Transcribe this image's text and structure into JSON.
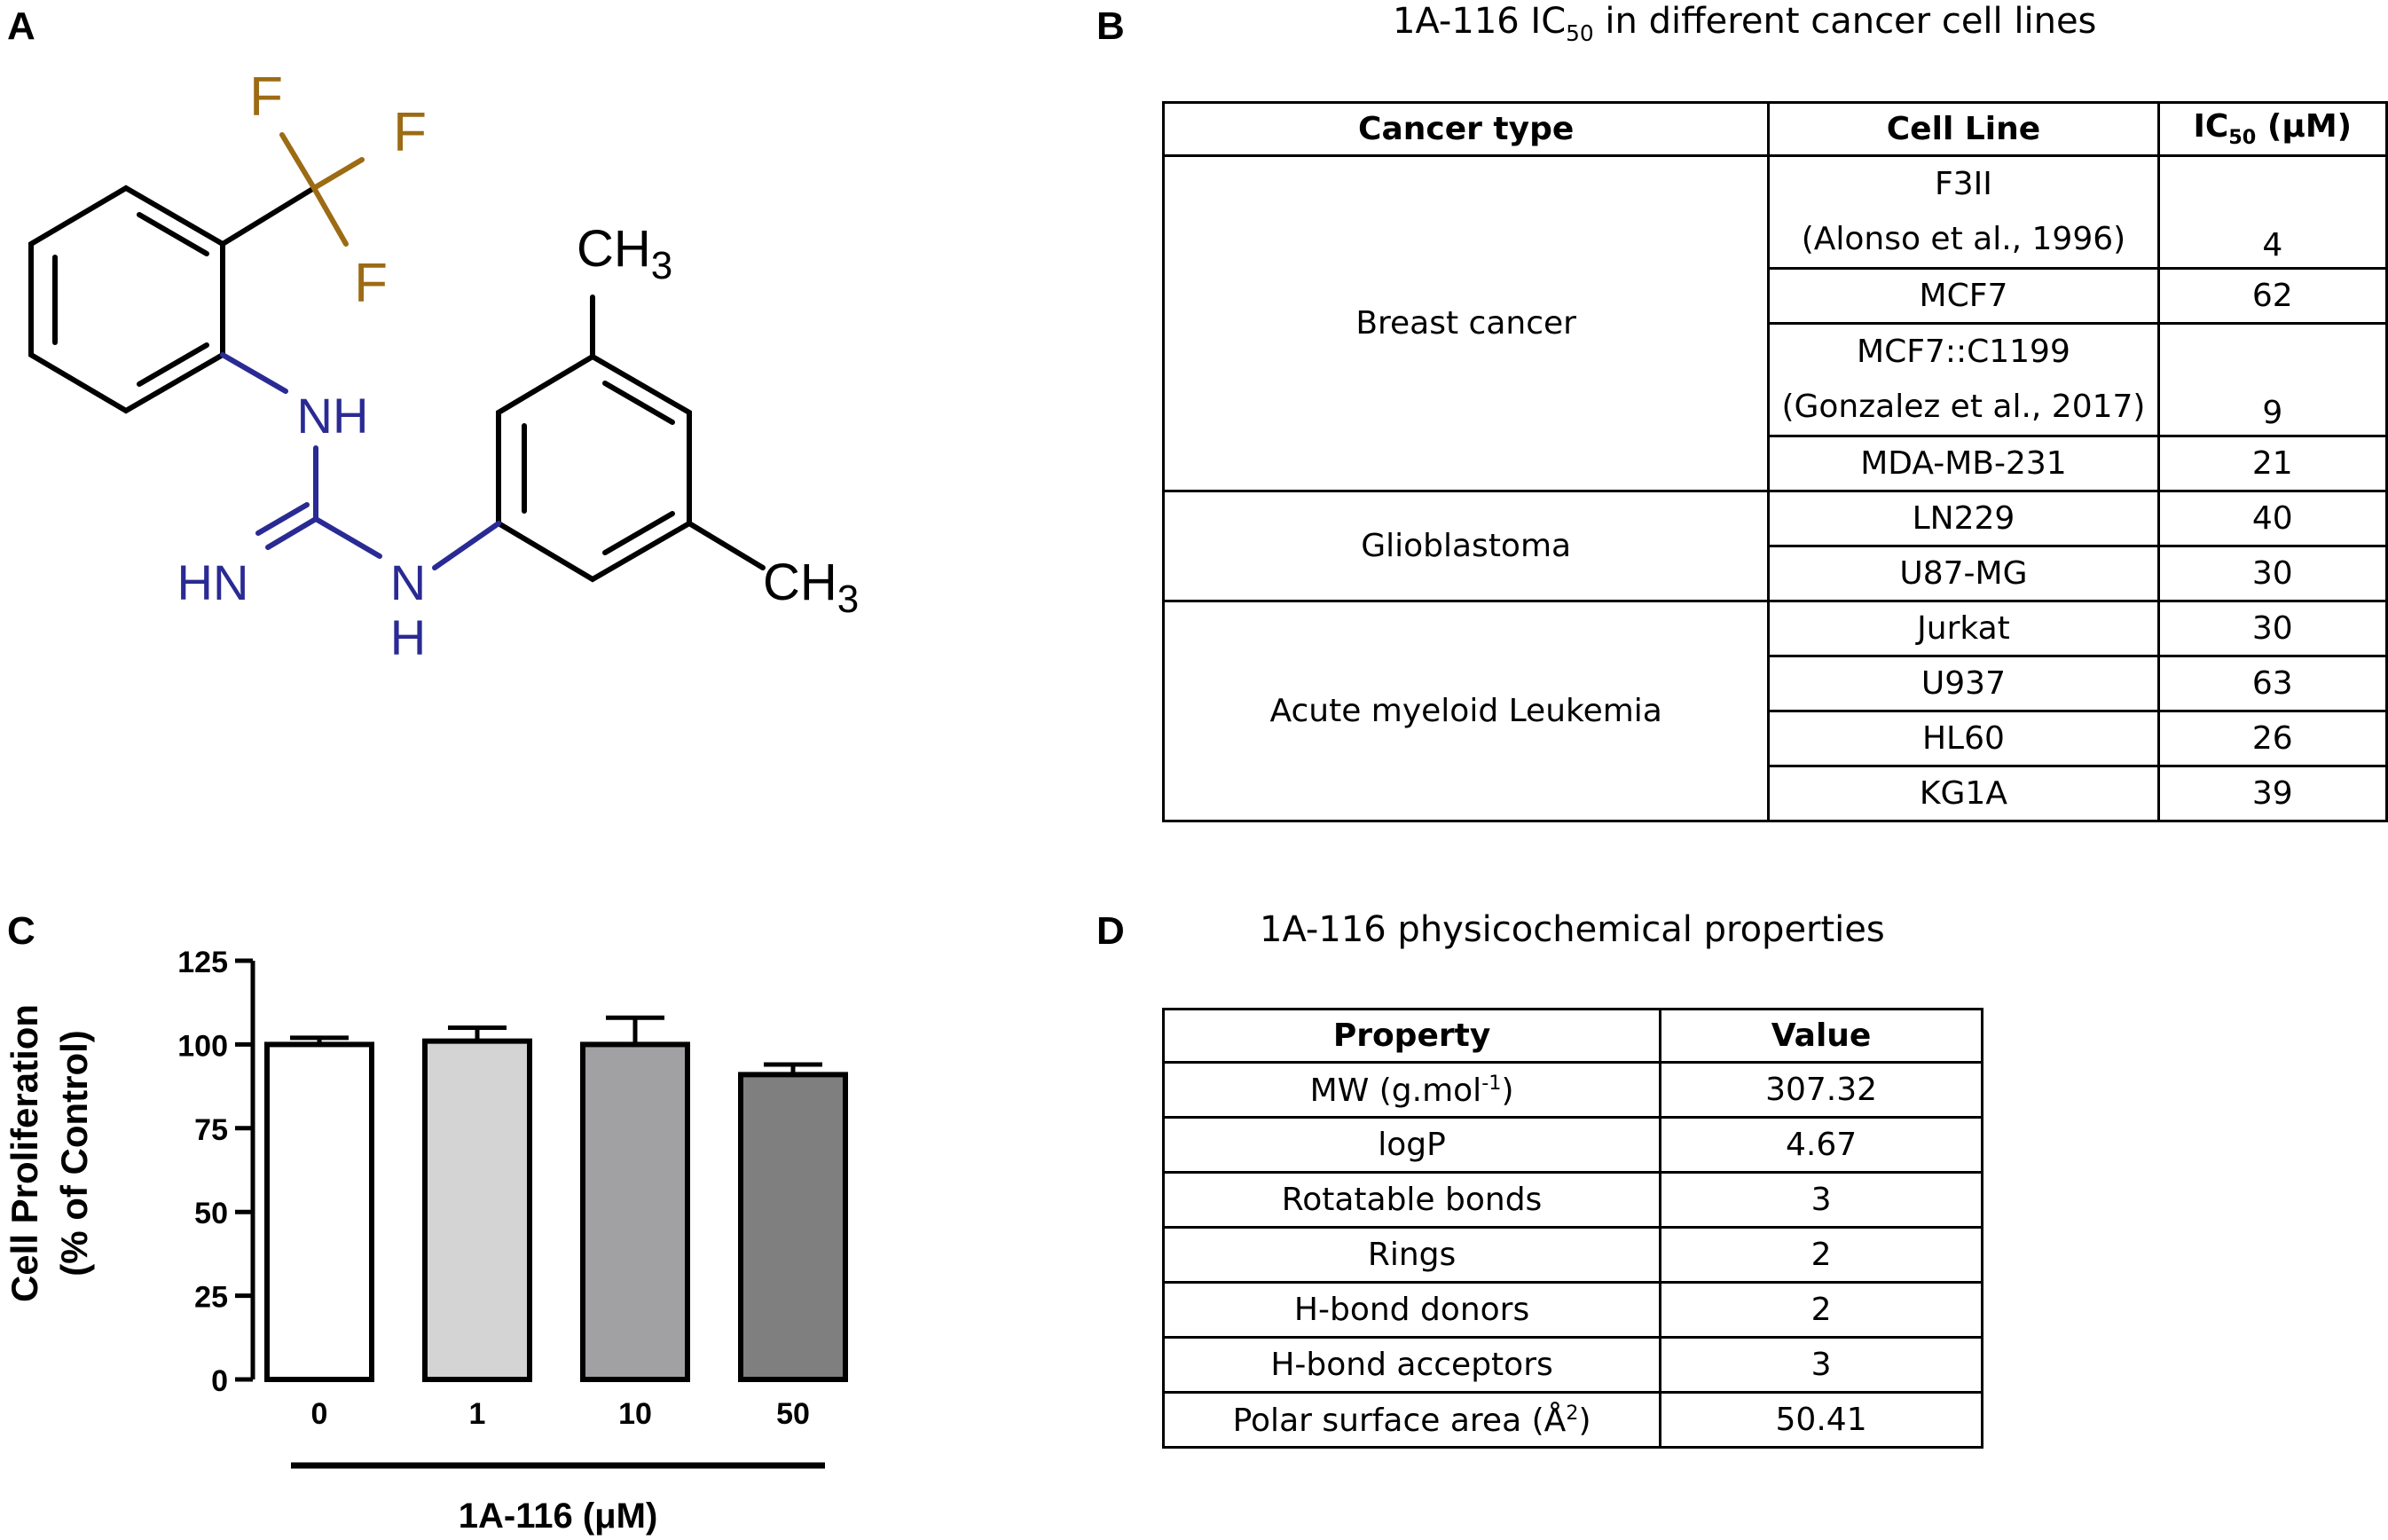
{
  "panels": {
    "a": "A",
    "b": "B",
    "c": "C",
    "d": "D"
  },
  "molecule": {
    "atoms": {
      "f1": "F",
      "f2": "F",
      "f3": "F",
      "nh": "NH",
      "hn": "HN",
      "n": "N",
      "h": "H",
      "ch3_top": "CH",
      "ch3_top_sub": "3",
      "ch3_right": "CH",
      "ch3_right_sub": "3"
    },
    "colors": {
      "fluorine": "#9c6b14",
      "nitrogen": "#2a2a94",
      "carbon": "#000000"
    }
  },
  "ic50_table": {
    "title_pre": "1A-116 IC",
    "title_sub": "50",
    "title_post": " in different cancer cell lines",
    "headers": {
      "cancer_type": "Cancer type",
      "cell_line": "Cell Line",
      "ic50_pre": "IC",
      "ic50_sub": "50",
      "ic50_post": " (μM)"
    },
    "groups": [
      {
        "type": "Breast cancer",
        "rows": [
          {
            "line": "F3II",
            "ref": "(Alonso et al., 1996)",
            "ic50": "4"
          },
          {
            "line": "MCF7",
            "ref": "",
            "ic50": "62"
          },
          {
            "line": "MCF7::C1199",
            "ref": "(Gonzalez et al., 2017)",
            "ic50": "9"
          },
          {
            "line": "MDA-MB-231",
            "ref": "",
            "ic50": "21"
          }
        ]
      },
      {
        "type": "Glioblastoma",
        "rows": [
          {
            "line": "LN229",
            "ref": "",
            "ic50": "40"
          },
          {
            "line": "U87-MG",
            "ref": "",
            "ic50": "30"
          }
        ]
      },
      {
        "type": "Acute myeloid Leukemia",
        "rows": [
          {
            "line": "Jurkat",
            "ref": "",
            "ic50": "30"
          },
          {
            "line": "U937",
            "ref": "",
            "ic50": "63"
          },
          {
            "line": "HL60",
            "ref": "",
            "ic50": "26"
          },
          {
            "line": "KG1A",
            "ref": "",
            "ic50": "39"
          }
        ]
      }
    ]
  },
  "props_table": {
    "title": "1A-116 physicochemical properties",
    "headers": {
      "property": "Property",
      "value": "Value"
    },
    "rows": [
      {
        "property": "MW (g.mol",
        "sup": "-1",
        "suffix": ")",
        "value": "307.32"
      },
      {
        "property": "logP",
        "sup": "",
        "suffix": "",
        "value": "4.67"
      },
      {
        "property": "Rotatable bonds",
        "sup": "",
        "suffix": "",
        "value": "3"
      },
      {
        "property": "Rings",
        "sup": "",
        "suffix": "",
        "value": "2"
      },
      {
        "property": "H-bond donors",
        "sup": "",
        "suffix": "",
        "value": "2"
      },
      {
        "property": "H-bond acceptors",
        "sup": "",
        "suffix": "",
        "value": "3"
      },
      {
        "property": "Polar surface area (Å",
        "sup": "2",
        "suffix": ")",
        "value": "50.41"
      }
    ]
  },
  "chart_data": {
    "type": "bar",
    "categories": [
      "0",
      "1",
      "10",
      "50"
    ],
    "values": [
      100,
      101,
      100,
      91
    ],
    "errors": [
      2,
      4,
      8,
      3
    ],
    "bar_colors": [
      "#ffffff",
      "#d4d4d4",
      "#a1a1a4",
      "#7f7f7f"
    ],
    "ylim": [
      0,
      125
    ],
    "yticks": [
      "0",
      "25",
      "50",
      "75",
      "100",
      "125"
    ],
    "ylabel_line1": "Cell Proliferation",
    "ylabel_line2": "(% of Control)",
    "xlabel": "1A-116 (μM)",
    "grid": false
  }
}
